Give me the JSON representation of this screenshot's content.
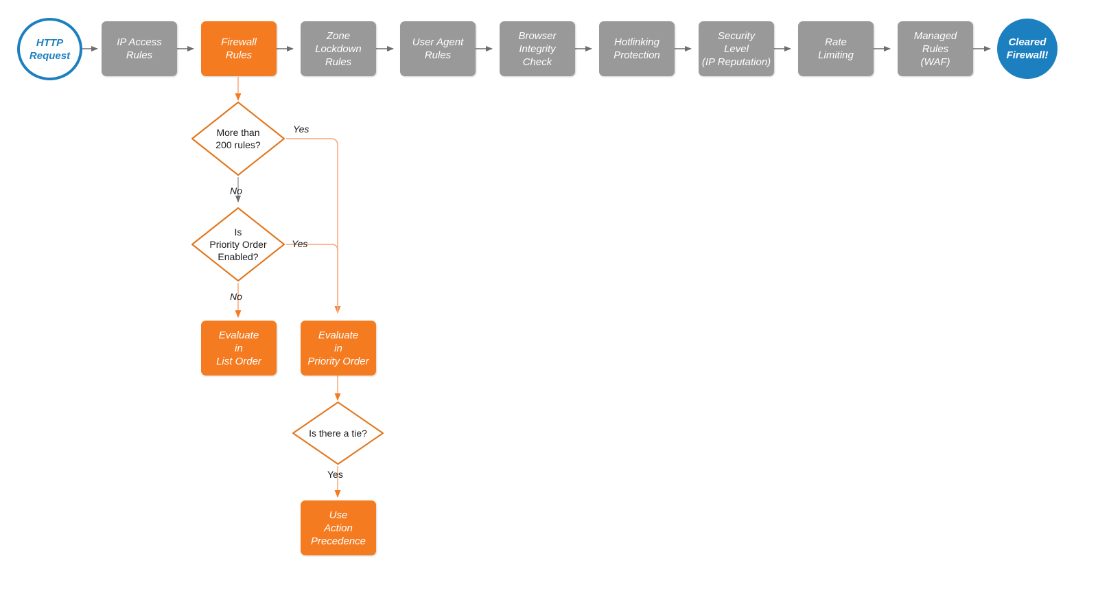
{
  "diagram": {
    "title": "Cloudflare Firewall Rules Evaluation Order",
    "background": "#ffffff",
    "colors": {
      "gray_node": "#999999",
      "orange_node": "#F47B20",
      "orange_stroke": "#E2761B",
      "orange_light_edge": "#F9B089",
      "blue": "#1B7FC0",
      "gray_edge": "#6D6D6D",
      "text_light": "#ffffff",
      "text_dark": "#1a1a1a"
    }
  },
  "pipeline": {
    "start": {
      "label": "HTTP\nRequest",
      "shape": "circle-outline",
      "color": "#1B7FC0"
    },
    "steps": [
      {
        "label": "IP Access\nRules",
        "color": "gray"
      },
      {
        "label": "Firewall\nRules",
        "color": "orange"
      },
      {
        "label": "Zone\nLockdown\nRules",
        "color": "gray"
      },
      {
        "label": "User Agent\nRules",
        "color": "gray"
      },
      {
        "label": "Browser\nIntegrity\nCheck",
        "color": "gray"
      },
      {
        "label": "Hotlinking\nProtection",
        "color": "gray"
      },
      {
        "label": "Security\nLevel\n(IP Reputation)",
        "color": "gray"
      },
      {
        "label": "Rate\nLimiting",
        "color": "gray"
      },
      {
        "label": "Managed\nRules\n(WAF)",
        "color": "gray"
      }
    ],
    "end": {
      "label": "Cleared\nFirewall!",
      "shape": "circle-filled",
      "color": "#1B7FC0"
    }
  },
  "branch": {
    "decisions": [
      {
        "id": "more-than-200-rules",
        "label": "More than\n200 rules?"
      },
      {
        "id": "is-priority-order-enabled",
        "label": "Is\nPriority Order\nEnabled?"
      },
      {
        "id": "is-there-a-tie",
        "label": "Is there a tie?"
      }
    ],
    "outcomes": [
      {
        "id": "evaluate-in-list-order",
        "label": "Evaluate\nin\nList Order"
      },
      {
        "id": "evaluate-in-priority-order",
        "label": "Evaluate\nin\nPriority Order"
      },
      {
        "id": "use-action-precedence",
        "label": "Use\nAction\nPrecedence"
      }
    ],
    "edge_labels": {
      "more_rules_yes": "Yes",
      "more_rules_no": "No",
      "priority_yes": "Yes",
      "priority_no": "No",
      "tie_yes": "Yes"
    }
  }
}
